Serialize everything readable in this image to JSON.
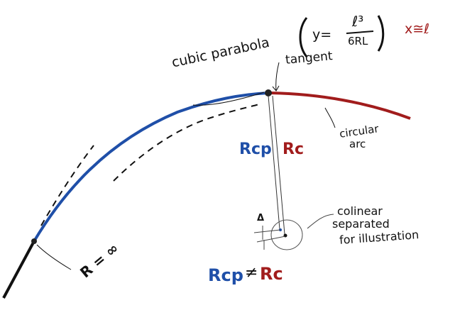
{
  "labels": {
    "cubic_parabola": "cubic parabola",
    "equation_lhs": "y=",
    "equation_num": "ℓ³",
    "equation_den": "6RL",
    "approx": "x≅ℓ",
    "tangent": "tangent",
    "circular_arc_1": "circular",
    "circular_arc_2": "arc",
    "rcp": "Rcp",
    "rc": "Rc",
    "delta": "Δ",
    "note_1": "colinear",
    "note_2": "separated",
    "note_3": "for illustration",
    "r_infinity": "R = ∞",
    "inequality_left": "Rcp",
    "inequality_sign": "≠",
    "inequality_right": "Rc"
  },
  "colors": {
    "blue": "#1f4fa8",
    "red": "#a11c1c",
    "ink": "#111111"
  }
}
